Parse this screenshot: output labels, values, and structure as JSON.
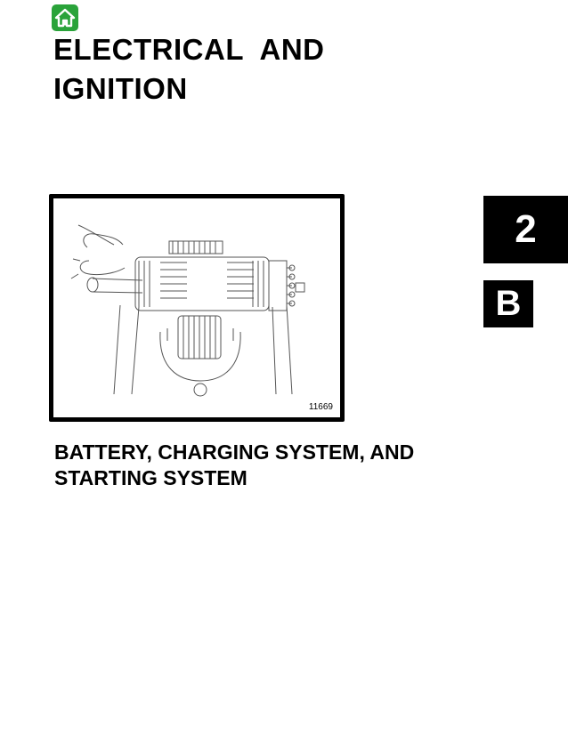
{
  "header": {
    "home_icon": "home-icon",
    "home_color": "#2aa33a",
    "title_lines": [
      "ELECTRICAL  AND",
      "IGNITION"
    ]
  },
  "figure": {
    "number": "11669"
  },
  "tabs": {
    "section_number": "2",
    "section_letter": "B"
  },
  "section": {
    "title_lines": [
      "BATTERY, CHARGING SYSTEM, AND",
      "STARTING SYSTEM"
    ]
  }
}
